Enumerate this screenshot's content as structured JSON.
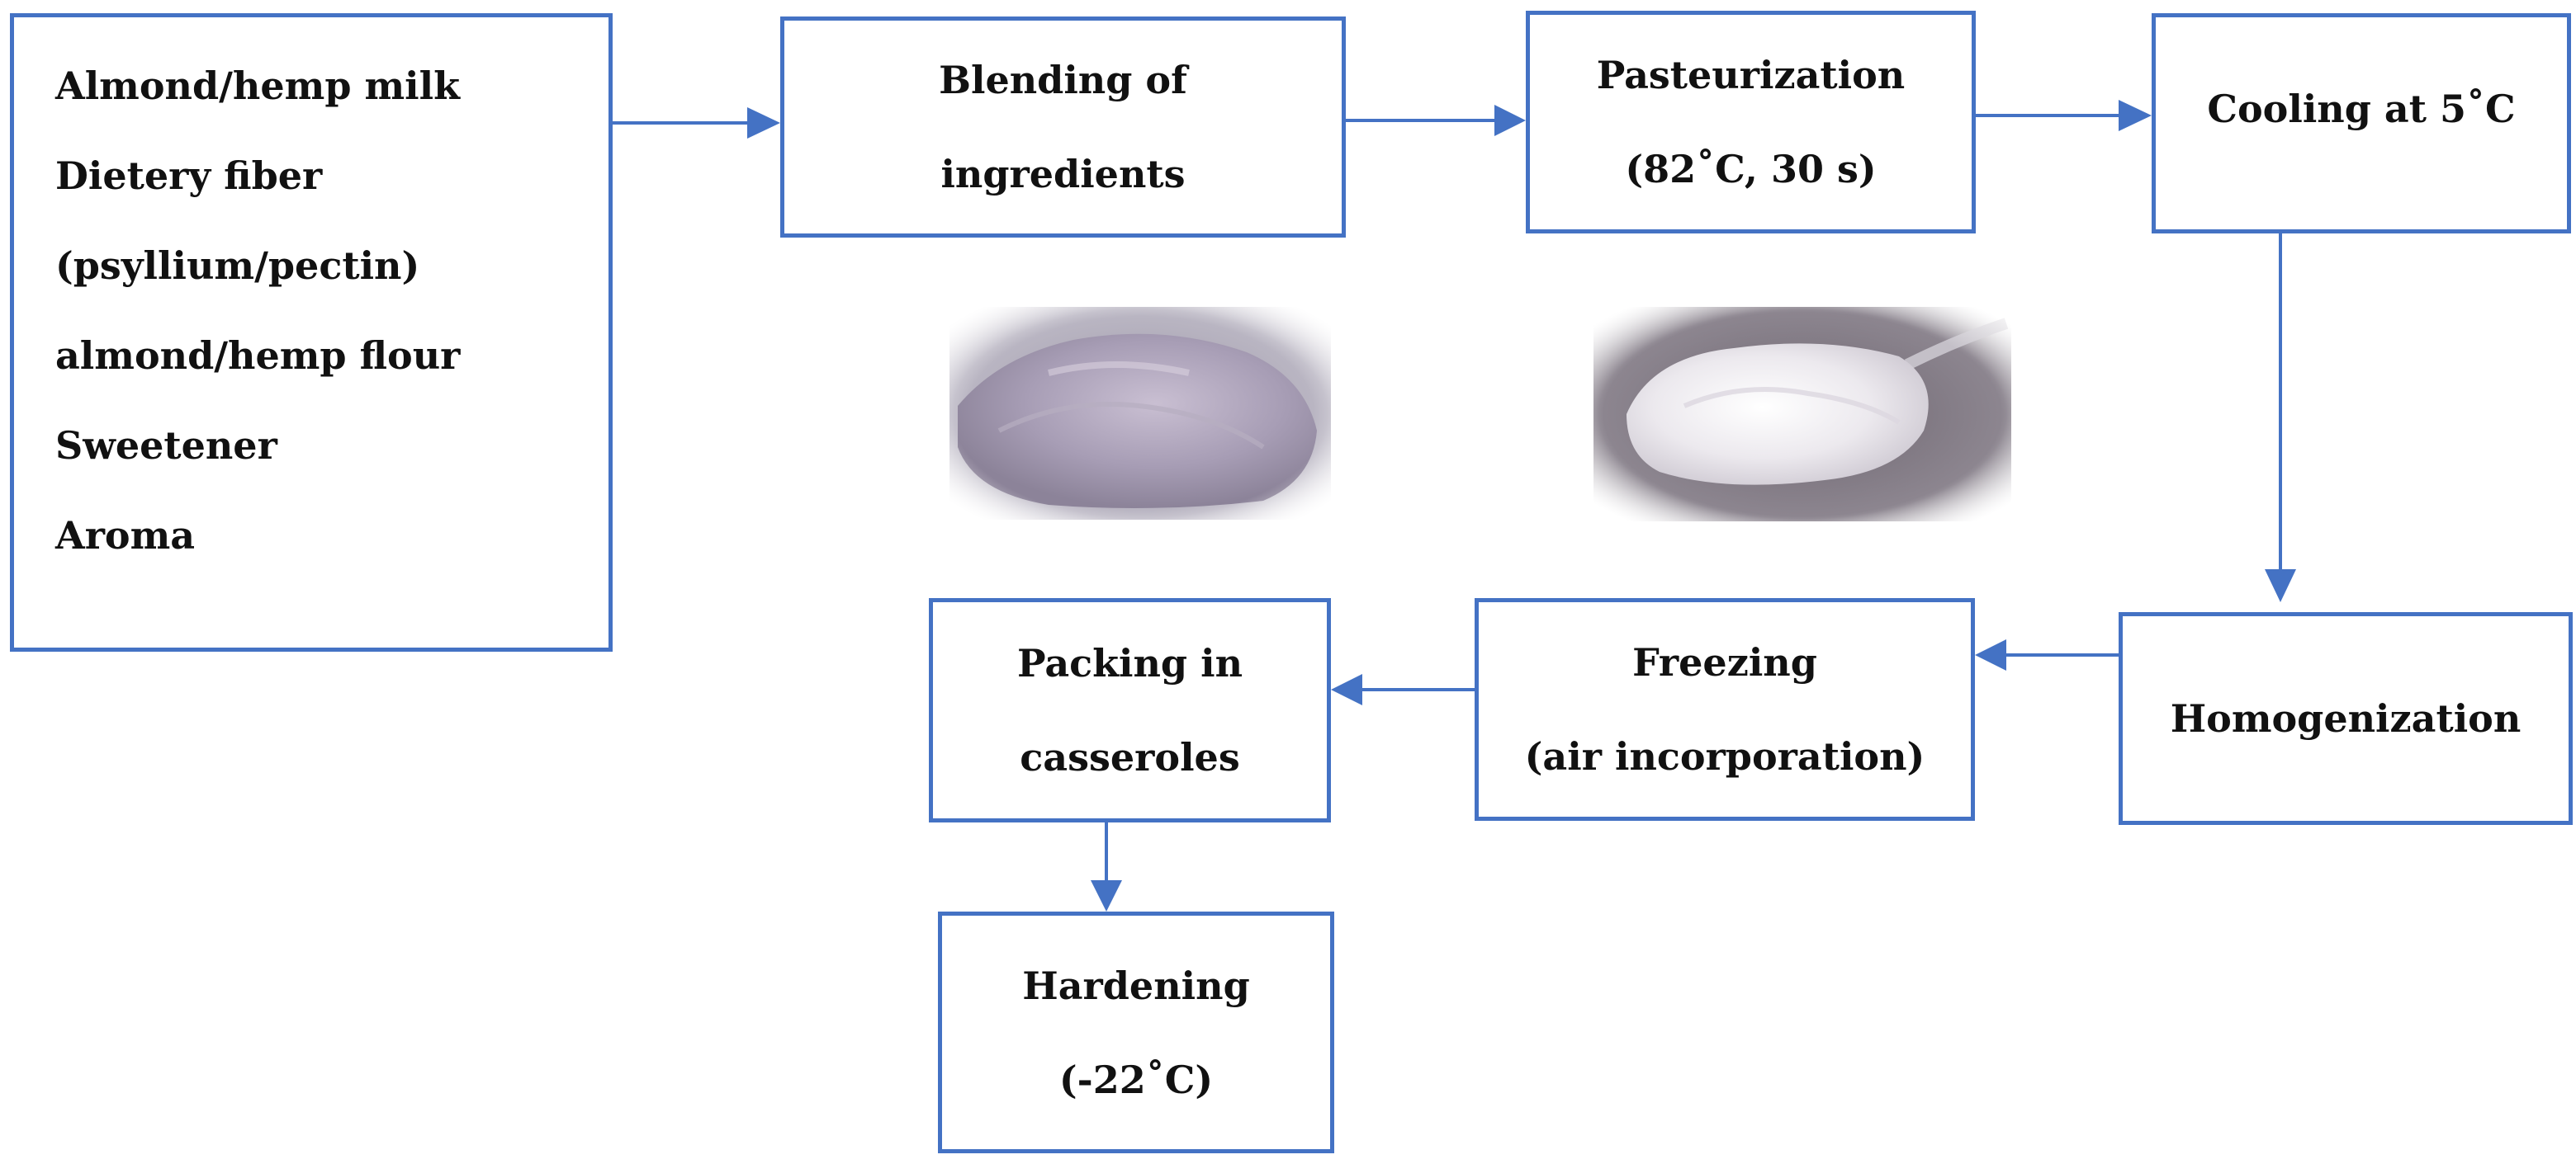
{
  "colors": {
    "box_border": "#4472c4",
    "arrow": "#4472c4",
    "text": "#111111"
  },
  "ingredients": [
    "Almond/hemp milk",
    "Dietery fiber",
    "(psyllium/pectin)",
    "almond/hemp flour",
    "Sweetener",
    "Aroma"
  ],
  "steps": {
    "blending": [
      "Blending of",
      "ingredients"
    ],
    "pasteurization": [
      "Pasteurization",
      "(82˚C, 30 s)"
    ],
    "cooling": [
      "Cooling at 5˚C"
    ],
    "homogenization": [
      "Homogenization"
    ],
    "freezing": [
      "Freezing",
      "(air incorporation)"
    ],
    "packing": [
      "Packing in",
      "casseroles"
    ],
    "hardening": [
      "Hardening",
      "(-22˚C)"
    ]
  }
}
